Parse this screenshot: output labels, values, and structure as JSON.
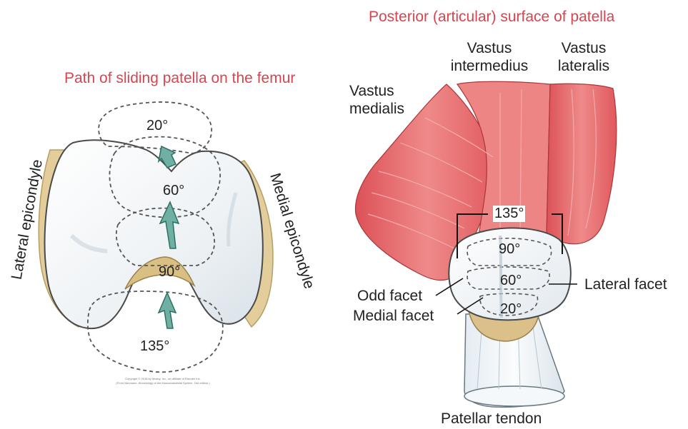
{
  "left_panel": {
    "title": "Path of sliding patella on the femur",
    "lateral_epicondyle": "Lateral epicondyle",
    "medial_epicondyle": "Medial epicondyle",
    "angles": {
      "a20": "20°",
      "a60": "60°",
      "a90": "90°",
      "a135": "135°"
    },
    "copyright_line1": "Copyright © 2018 by Mosby, Inc., an affiliate of Elsevier Inc.",
    "copyright_line2": "(From Neumann: Kinesiology of the Musculoskeletal System, 2nd edition.)"
  },
  "right_panel": {
    "title": "Posterior (articular) surface of patella",
    "vastus_intermedius_1": "Vastus",
    "vastus_intermedius_2": "intermedius",
    "vastus_lateralis_1": "Vastus",
    "vastus_lateralis_2": "lateralis",
    "vastus_medialis_1": "Vastus",
    "vastus_medialis_2": "medialis",
    "angles": {
      "a135": "135°",
      "a90": "90°",
      "a60": "60°",
      "a20": "20°"
    },
    "odd_facet": "Odd facet",
    "medial_facet": "Medial facet",
    "lateral_facet": "Lateral facet",
    "patellar_tendon": "Patellar tendon"
  },
  "colors": {
    "title_red": "#d9444f",
    "muscle_red": "#e8676a",
    "bone_white": "#f3f6f8",
    "cartilage_tan": "#e3cd9a",
    "arrow_teal": "#6fb0a2"
  }
}
